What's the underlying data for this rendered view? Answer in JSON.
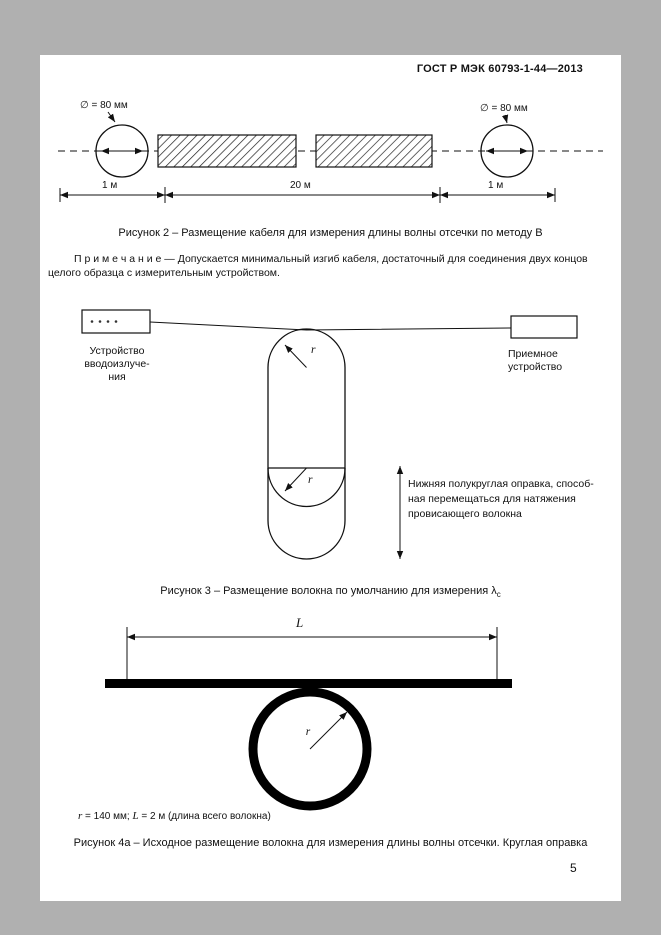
{
  "doc": {
    "header": "ГОСТ Р МЭК 60793-1-44—2013",
    "page_number": "5"
  },
  "figure2": {
    "dia_left": "∅ = 80 мм",
    "dia_right": "∅ = 80 мм",
    "dim_left": "1 м",
    "dim_mid": "20 м",
    "dim_right": "1 м",
    "caption": "Рисунок 2 – Размещение кабеля для измерения длины волны отсечки по методу В"
  },
  "note": {
    "text": "П р и м е ч а н и е  — Допускается минимальный изгиб кабеля, достаточный для соединения двух концов целого образца с измерительным устройством."
  },
  "figure3": {
    "left_box_label_lines": [
      "Устройство",
      "вводоизлуче-",
      "ния"
    ],
    "right_box_label_lines": [
      "Приемное",
      "устройство"
    ],
    "radius_label": "r",
    "annotation_lines": [
      "Нижняя полукруглая оправка, способ-",
      "ная перемещаться для натяжения",
      "провисающего волокна"
    ],
    "caption_main": "Рисунок 3 – Размещение волокна по умолчанию для измерения λ",
    "caption_sub": "c"
  },
  "figure4": {
    "length_label": "L",
    "radius_label": "r",
    "params_r": "r",
    "params_mid": " = 140 мм; ",
    "params_L": "L",
    "params_tail": " = 2 м (длина всего волокна)",
    "caption": "Рисунок 4а – Исходное размещение волокна для измерения длины волны отсечки. Круглая оправка"
  }
}
